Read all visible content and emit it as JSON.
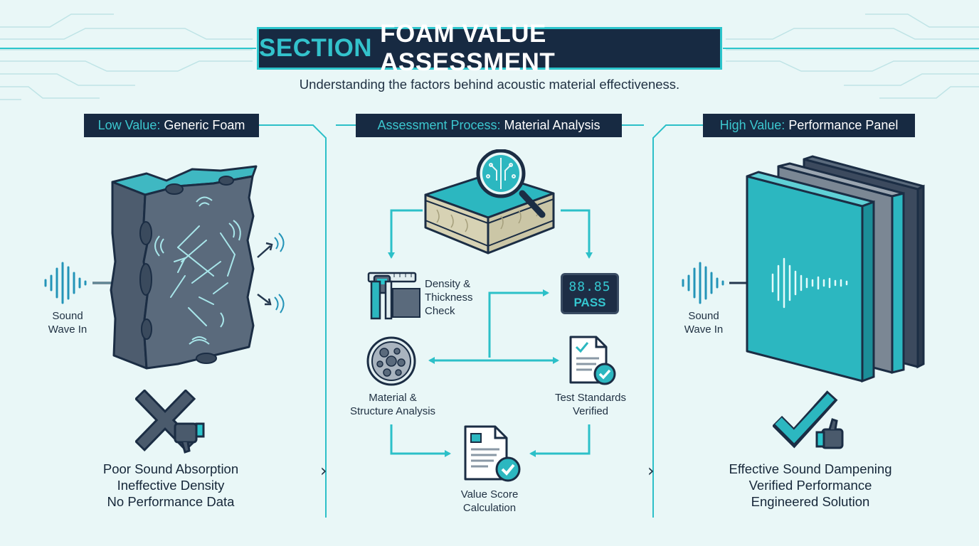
{
  "title": {
    "accent": "SECTION",
    "main": "FOAM VALUE ASSESSMENT"
  },
  "subtitle": "Understanding the factors behind acoustic material effectiveness.",
  "sections": {
    "low": {
      "accent": "Low Value:",
      "label": "Generic Foam"
    },
    "process": {
      "accent": "Assessment Process:",
      "label": "Material Analysis"
    },
    "high": {
      "accent": "High Value:",
      "label": "Performance Panel"
    }
  },
  "low_panel": {
    "sound_in": [
      "Sound",
      "Wave In"
    ],
    "verdict_icon": "x-mark-thumbs-down-icon",
    "bullets": [
      "Poor Sound Absorption",
      "Ineffective Density",
      "No Performance Data"
    ]
  },
  "process_panel": {
    "steps": {
      "density": [
        "Density &",
        "Thickness",
        "Check"
      ],
      "material": [
        "Material &",
        "Structure Analysis"
      ],
      "standards": [
        "Test Standards",
        "Verified"
      ],
      "score": [
        "Value Score",
        "Calculation"
      ]
    },
    "display": {
      "reading": "88.85",
      "status": "PASS"
    }
  },
  "high_panel": {
    "sound_in": [
      "Sound",
      "Wave In"
    ],
    "verdict_icon": "check-mark-thumbs-up-icon",
    "bullets": [
      "Effective Sound Dampening",
      "Verified Performance",
      "Engineered Solution"
    ]
  },
  "colors": {
    "navy": "#172a42",
    "teal": "#2cc5cc",
    "background": "#e9f7f7",
    "foam": "#556577"
  }
}
